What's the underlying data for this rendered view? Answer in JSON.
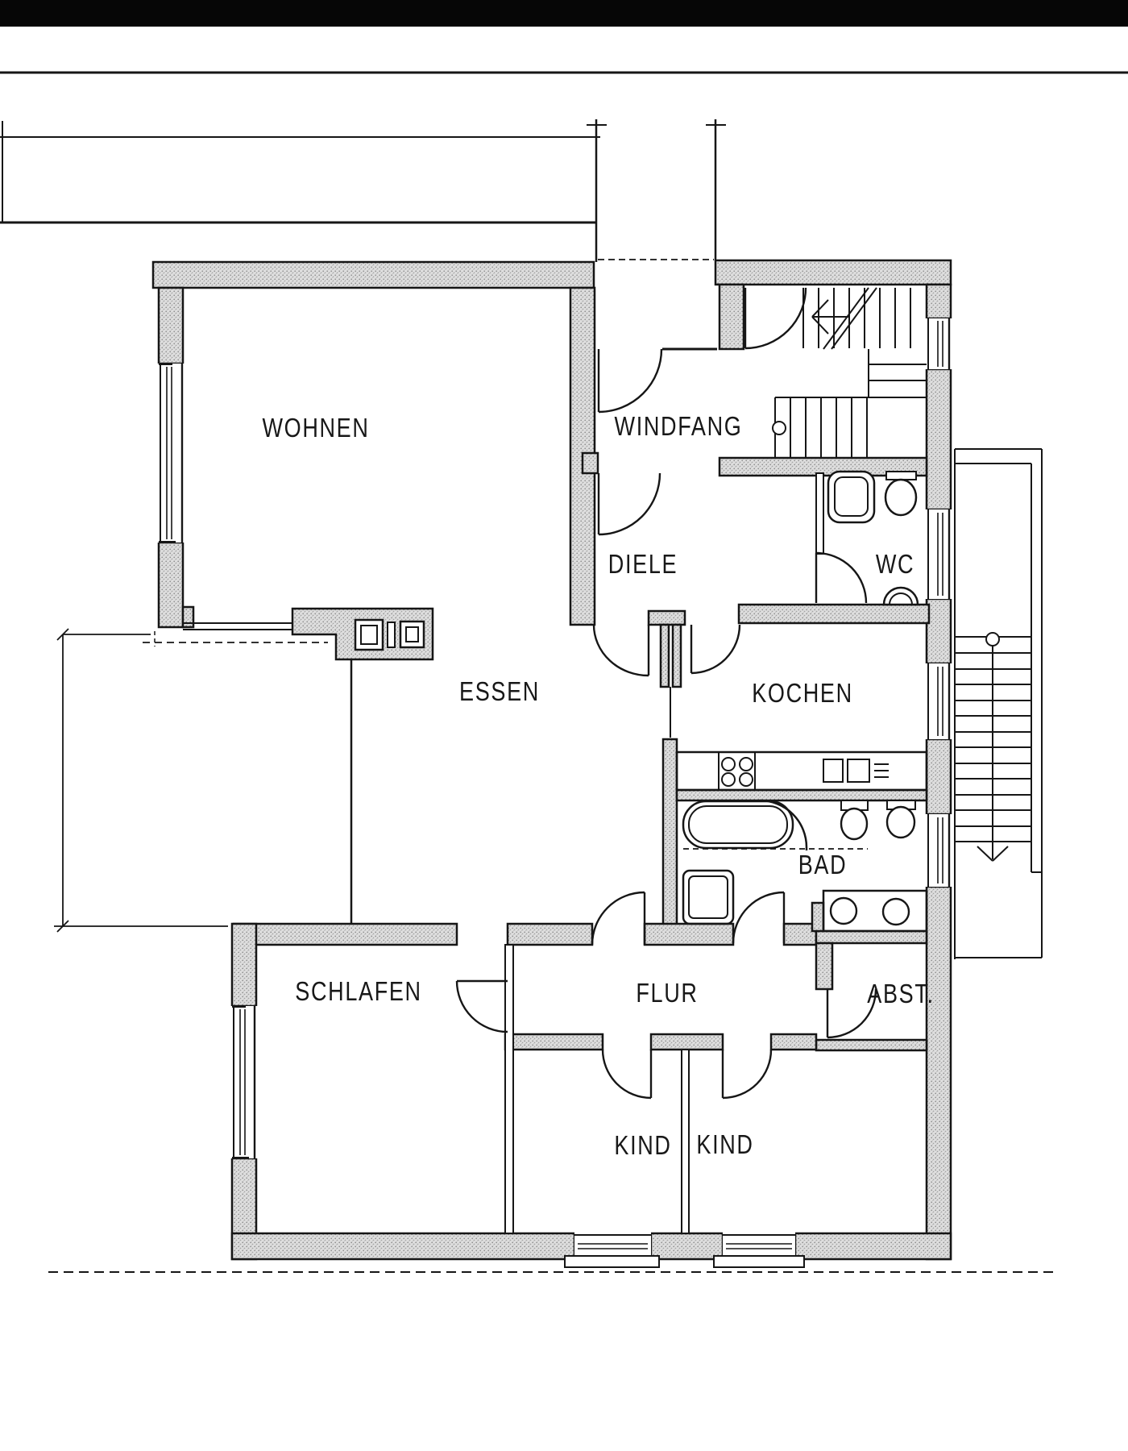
{
  "floor_plan": {
    "type": "architectural-floor-plan",
    "rooms": [
      {
        "id": "wohnen",
        "label": "WOHNEN"
      },
      {
        "id": "windfang",
        "label": "WINDFANG"
      },
      {
        "id": "diele",
        "label": "DIELE"
      },
      {
        "id": "wc",
        "label": "WC"
      },
      {
        "id": "essen",
        "label": "ESSEN"
      },
      {
        "id": "kochen",
        "label": "KOCHEN"
      },
      {
        "id": "bad",
        "label": "BAD"
      },
      {
        "id": "schlafen",
        "label": "SCHLAFEN"
      },
      {
        "id": "flur",
        "label": "FLUR"
      },
      {
        "id": "abst",
        "label": "ABST."
      },
      {
        "id": "kind_left",
        "label": "KIND"
      },
      {
        "id": "kind_right",
        "label": "KIND"
      }
    ],
    "features": [
      "interior-staircase",
      "exterior-staircase",
      "chimney-block",
      "bathtub",
      "shower",
      "wash-basins",
      "toilets",
      "kitchen-counter",
      "cooktop",
      "door-swing-arcs",
      "windows",
      "dimension-line"
    ],
    "colors": {
      "wall_fill": "#d9d9d9",
      "wall_stipple": "#8f8f8f",
      "line": "#161616",
      "background": "#ffffff"
    }
  }
}
